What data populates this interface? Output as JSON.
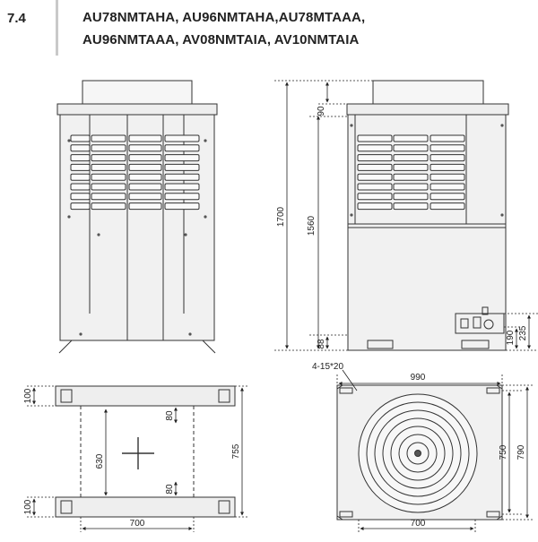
{
  "header": {
    "section_number": "7.4",
    "models_line_1": "AU78NMTAHA, AU96NMTAHA,AU78MTAAA,",
    "models_line_2": "AU96NMTAAA, AV08NMTAIA, AV10NMTAIA"
  },
  "dimensions": {
    "side_view": {
      "total_height": "1700",
      "body_height": "1560",
      "top_cap": "90",
      "base": "88",
      "pipe_upper": "235",
      "pipe_lower": "190"
    },
    "bottom_view": {
      "strip_depth_top": "100",
      "strip_depth_bottom": "100",
      "inner_span": "630",
      "overall_span": "755",
      "leg_offset_top": "80",
      "leg_offset_bottom": "80",
      "width": "700"
    },
    "top_view": {
      "holes": "4-15*20",
      "overall_width": "990",
      "width": "700",
      "depth_inner": "750",
      "depth_outer": "790"
    }
  }
}
